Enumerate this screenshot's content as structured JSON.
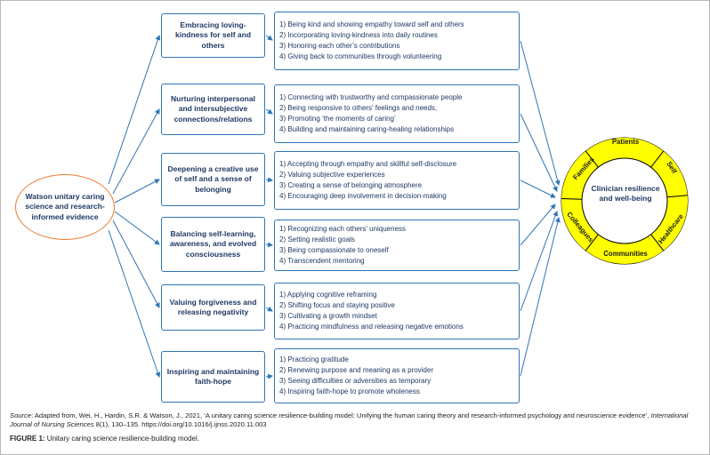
{
  "figure": {
    "root": {
      "label": "Watson unitary caring science and research-informed evidence"
    },
    "processes": [
      {
        "label": "Embracing loving-kindness for self and others",
        "items": [
          "1) Being kind and showing empathy toward self and others",
          "2) Incorporating loving-kindness into daily routines",
          "3) Honoring each other’s contributions",
          "4) Giving back to communities through volunteering"
        ]
      },
      {
        "label": "Nurturing interpersonal and intersubjective connections/relations",
        "items": [
          "1) Connecting with trustworthy and compassionate people",
          "2) Being responsive to others’ feelings and needs,",
          "3) Promoting ‘the moments of caring’",
          "4) Building and maintaining caring-healing relationships"
        ]
      },
      {
        "label": "Deepening a creative use of self and a sense of belonging",
        "items": [
          "1) Accepting through empathy and skillful self-disclosure",
          "2) Valuing subjective experiences",
          "3) Creating a sense of belonging atmosphere",
          "4) Encouraging deep involvement in decision-making"
        ]
      },
      {
        "label": "Balancing self-learning, awareness, and evolved consciousness",
        "items": [
          "1) Recognizing each others’ uniqueness",
          "2) Setting realistic goals",
          "3) Being compassionate to oneself",
          "4) Transcendent mentoring"
        ]
      },
      {
        "label": "Valuing forgiveness and releasing negativity",
        "items": [
          "1) Applying cognitive reframing",
          "2) Shifting focus and staying positive",
          "3) Cultivating a growth mindset",
          "4) Practicing mindfulness and releasing negative emotions"
        ]
      },
      {
        "label": "Inspiring and maintaining faith-hope",
        "items": [
          "1) Practicing gratitude",
          "2) Renewing purpose and meaning as a provider",
          "3) Seeing difficulties or adversities as temporary",
          "4) Inspiring faith-hope to promote wholeness"
        ]
      }
    ],
    "outcome": {
      "center": "Clinician resilience and well-being",
      "ring_labels": {
        "top": "Patients",
        "upper_right": "Self",
        "lower_right": "Healthcare",
        "bottom": "Communities",
        "lower_left": "Colleagues",
        "upper_left": "Families"
      }
    }
  },
  "footer": {
    "source_label": "Source",
    "source_text": ": Adapted from, Wei, H., Hardin, S.R. & Watson, J., 2021, ‘A unitary caring science resilience-building model: Unifying the human caring theory and research-informed psychology and neuroscience evidence’, ",
    "journal": "International Journal of Nursing Sciences",
    "source_tail": " 8(1), 130–135. https://doi.org/10.1016/j.ijnss.2020.11.003",
    "caption_label": "FIGURE 1:",
    "caption_text": " Unitary caring science resilience-building model."
  },
  "colors": {
    "box_border": "#2E75B6",
    "arrow": "#2E75B6",
    "oval_border": "#ED7D31",
    "ring_fill": "#FFFF00",
    "text": "#1F3864"
  }
}
